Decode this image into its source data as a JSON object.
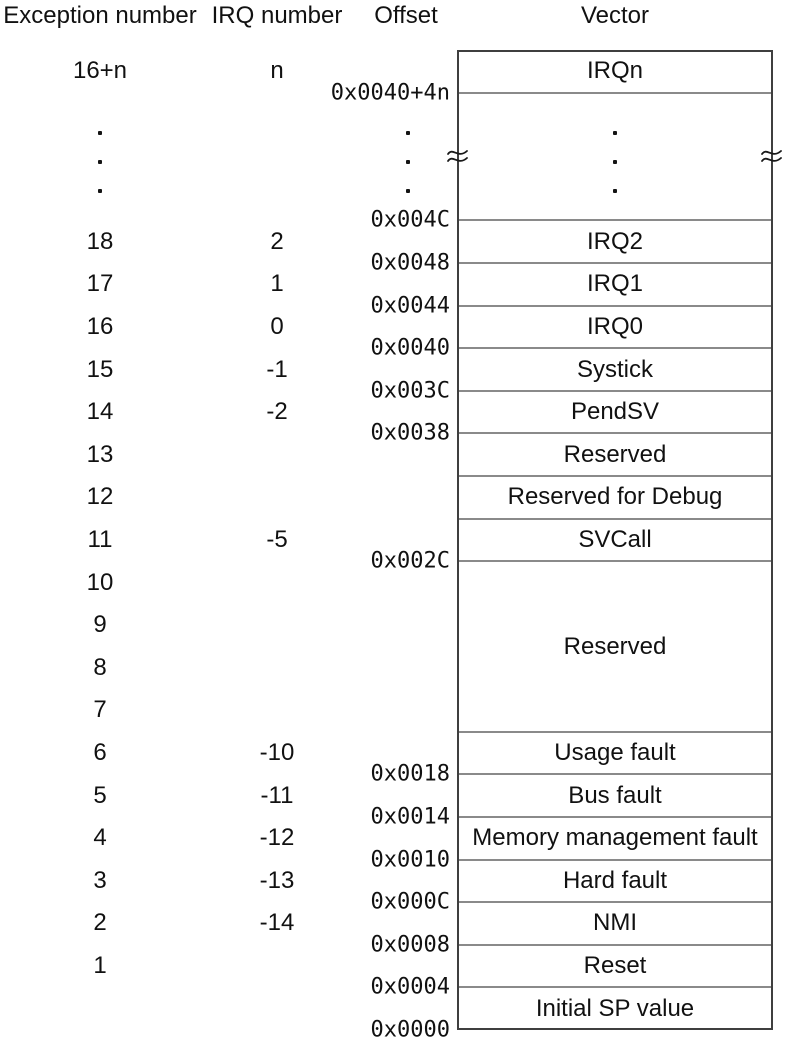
{
  "headers": {
    "exception": "Exception number",
    "irq": "IRQ number",
    "offset": "Offset",
    "vector": "Vector"
  },
  "vector_box": {
    "rows": [
      {
        "label": "IRQn",
        "span": 1
      },
      {
        "label": "",
        "span": 3,
        "is_break": true
      },
      {
        "label": "IRQ2",
        "span": 1
      },
      {
        "label": "IRQ1",
        "span": 1
      },
      {
        "label": "IRQ0",
        "span": 1
      },
      {
        "label": "Systick",
        "span": 1
      },
      {
        "label": "PendSV",
        "span": 1
      },
      {
        "label": "Reserved",
        "span": 1
      },
      {
        "label": "Reserved for Debug",
        "span": 1
      },
      {
        "label": "SVCall",
        "span": 1
      },
      {
        "label": "Reserved",
        "span": 4
      },
      {
        "label": "Usage fault",
        "span": 1
      },
      {
        "label": "Bus fault",
        "span": 1
      },
      {
        "label": "Memory management fault",
        "span": 1
      },
      {
        "label": "Hard fault",
        "span": 1
      },
      {
        "label": "NMI",
        "span": 1
      },
      {
        "label": "Reset",
        "span": 1
      },
      {
        "label": "Initial SP value",
        "span": 1
      }
    ]
  },
  "offsets": [
    {
      "text": "0x0040+4n",
      "after": 1
    },
    {
      "text": "0x004C",
      "after": 4
    },
    {
      "text": "0x0048",
      "after": 5
    },
    {
      "text": "0x0044",
      "after": 6
    },
    {
      "text": "0x0040",
      "after": 7
    },
    {
      "text": "0x003C",
      "after": 8
    },
    {
      "text": "0x0038",
      "after": 9
    },
    {
      "text": "0x002C",
      "after": 12
    },
    {
      "text": "0x0018",
      "after": 17
    },
    {
      "text": "0x0014",
      "after": 18
    },
    {
      "text": "0x0010",
      "after": 19
    },
    {
      "text": "0x000C",
      "after": 20
    },
    {
      "text": "0x0008",
      "after": 21
    },
    {
      "text": "0x0004",
      "after": 22
    },
    {
      "text": "0x0000",
      "after": 23
    }
  ],
  "exception_numbers": [
    {
      "text": "16+n",
      "slot": 0
    },
    {
      "text": "18",
      "slot": 4
    },
    {
      "text": "17",
      "slot": 5
    },
    {
      "text": "16",
      "slot": 6
    },
    {
      "text": "15",
      "slot": 7
    },
    {
      "text": "14",
      "slot": 8
    },
    {
      "text": "13",
      "slot": 9
    },
    {
      "text": "12",
      "slot": 10
    },
    {
      "text": "11",
      "slot": 11
    },
    {
      "text": "10",
      "slot": 12
    },
    {
      "text": "9",
      "slot": 13
    },
    {
      "text": "8",
      "slot": 14
    },
    {
      "text": "7",
      "slot": 15
    },
    {
      "text": "6",
      "slot": 16
    },
    {
      "text": "5",
      "slot": 17
    },
    {
      "text": "4",
      "slot": 18
    },
    {
      "text": "3",
      "slot": 19
    },
    {
      "text": "2",
      "slot": 20
    },
    {
      "text": "1",
      "slot": 21
    }
  ],
  "irq_numbers": [
    {
      "text": "n",
      "slot": 0
    },
    {
      "text": "2",
      "slot": 4
    },
    {
      "text": "1",
      "slot": 5
    },
    {
      "text": "0",
      "slot": 6
    },
    {
      "text": "-1",
      "slot": 7
    },
    {
      "text": "-2",
      "slot": 8
    },
    {
      "text": "-5",
      "slot": 11
    },
    {
      "text": "-10",
      "slot": 16
    },
    {
      "text": "-11",
      "slot": 17
    },
    {
      "text": "-12",
      "slot": 18
    },
    {
      "text": "-13",
      "slot": 19
    },
    {
      "text": "-14",
      "slot": 20
    }
  ],
  "break_marks": {
    "dots_per_column": 3,
    "dot_columns": [
      "exception-number",
      "offset",
      "vector"
    ],
    "squiggle_sides": [
      "left",
      "right"
    ]
  },
  "colors": {
    "background": "#ffffff",
    "text": "#111111",
    "box_border": "#3f3f3f",
    "grid_line": "#8a8a8a"
  }
}
